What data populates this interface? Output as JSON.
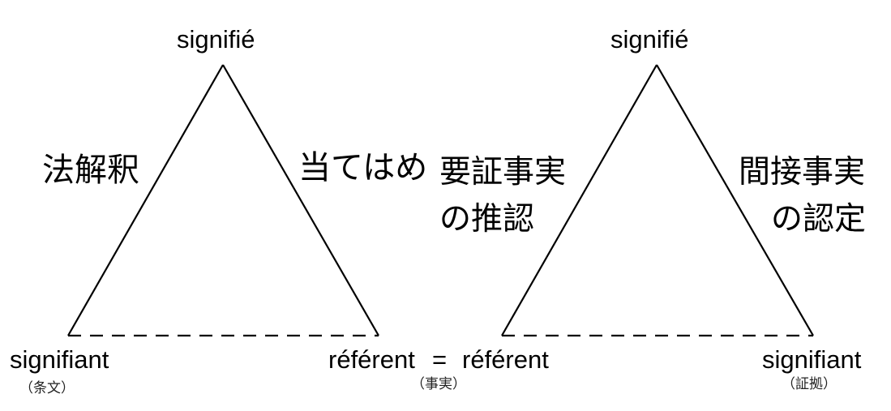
{
  "left_triangle": {
    "top_label": "signifié",
    "bottom_left_label": "signifiant",
    "bottom_left_sub": "（条文）",
    "bottom_right_label": "référent",
    "left_edge_label": "法解釈",
    "right_edge_label": "当てはめ"
  },
  "equals_sign": "=",
  "center_sub": "（事実）",
  "right_triangle": {
    "top_label": "signifié",
    "bottom_left_label": "référent",
    "bottom_right_label": "signifiant",
    "bottom_right_sub": "（証拠）",
    "left_edge_label_line1": "要証事実",
    "left_edge_label_line2": "の推認",
    "right_edge_label_line1": "間接事実",
    "right_edge_label_line2": "の認定"
  },
  "colors": {
    "line": "#000000",
    "background": "#ffffff"
  }
}
